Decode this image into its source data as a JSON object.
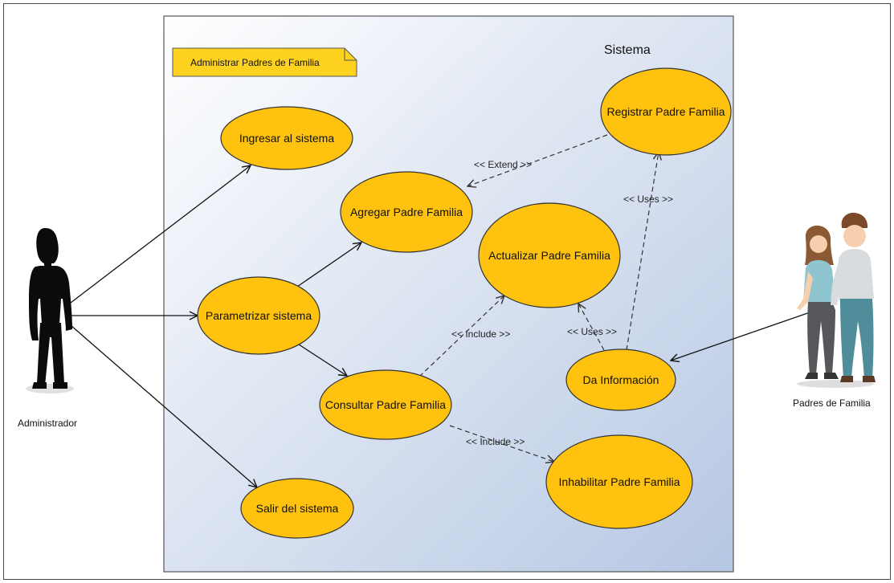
{
  "diagram": {
    "system_label": "Sistema",
    "note_label": "Administrar Padres de Familia",
    "actors": {
      "admin": "Administrador",
      "parents": "Padres de Familia"
    },
    "use_cases": {
      "ingresar": "Ingresar al sistema",
      "parametrizar": "Parametrizar sistema",
      "salir": "Salir del sistema",
      "agregar": "Agregar Padre Familia",
      "consultar": "Consultar Padre Familia",
      "actualizar": "Actualizar Padre Familia",
      "inhabilitar": "Inhabilitar Padre Familia",
      "registrar": "Registrar Padre Familia",
      "da_info": "Da Información"
    },
    "relations": {
      "extend": "<< Extend >>",
      "uses_registrar": "<< Uses >>",
      "uses_actualizar": "<< Uses >>",
      "include_actualizar": "<< Include >>",
      "include_inhabilitar": "<< Include >>"
    }
  },
  "colors": {
    "use_case_fill": "#FFC20E",
    "system_gradient_start": "#FFFFFF",
    "system_gradient_end": "#B8C9E4",
    "note_fill": "#FFD21F"
  }
}
